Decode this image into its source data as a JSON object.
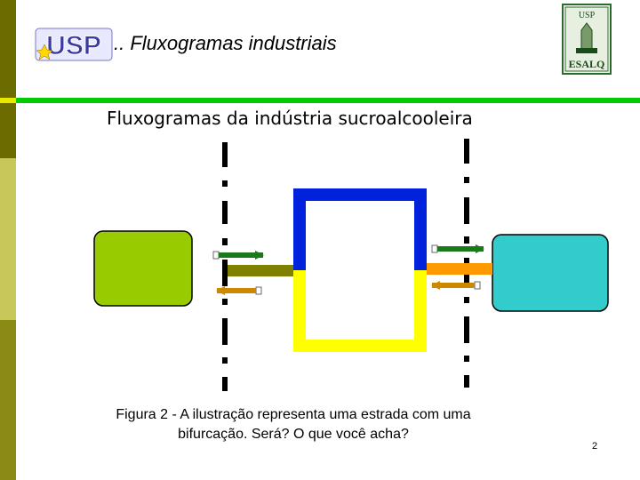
{
  "header": {
    "title": ".. Fluxogramas industriais",
    "logo_left_text": "USP",
    "logo_right_text_top": "USP",
    "logo_right_text_bottom": "ESALQ"
  },
  "slide": {
    "title": "Fluxogramas da indústria sucroalcooleira",
    "caption_line1": "Figura 2 -  A ilustração representa uma estrada com uma",
    "caption_line2": "bifurcação. Será?  O que você acha?",
    "page_number": "2"
  },
  "colors": {
    "left_box": "#99cc00",
    "right_box": "#33cccc",
    "frame_top": "#0022dd",
    "frame_bottom": "#ffff00",
    "pipe_left": "#808000",
    "pipe_right": "#ff9900",
    "arrow_in": "#1a7a1a",
    "arrow_out": "#cc8800",
    "boundary": "#000000"
  }
}
